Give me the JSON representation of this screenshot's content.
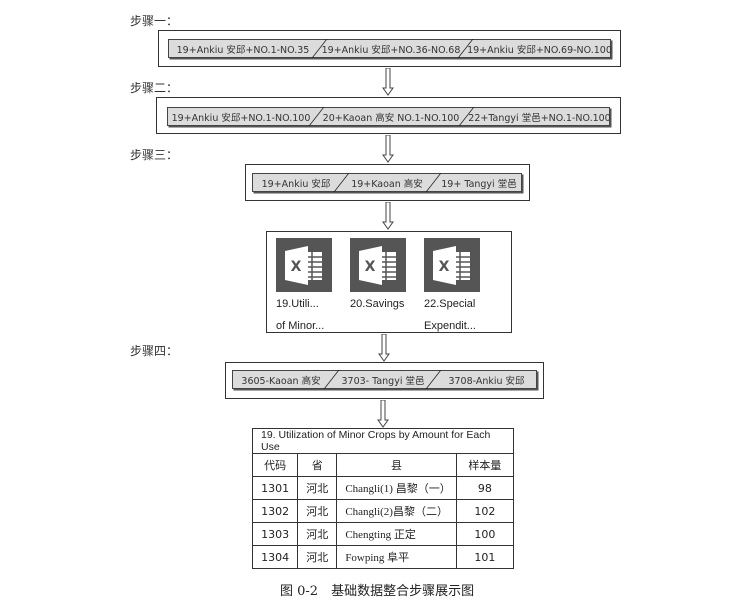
{
  "steps": [
    {
      "label": "步骤一：",
      "segments": [
        "19+Ankiu 安邱+NO.1-NO.35",
        "19+Ankiu 安邱+NO.36-NO.68",
        "19+Ankiu 安邱+NO.69-NO.100"
      ]
    },
    {
      "label": "步骤二：",
      "segments": [
        "19+Ankiu 安邱+NO.1-NO.100",
        "20+Kaoan 高安 NO.1-NO.100",
        "22+Tangyi 堂邑+NO.1-NO.100"
      ]
    },
    {
      "label": "步骤三：",
      "segments": [
        "19+Ankiu 安邱",
        "19+Kaoan 高安",
        "19+ Tangyi 堂邑"
      ]
    },
    {
      "label": "步骤四：",
      "segments": [
        "3605-Kaoan 高安",
        "3703- Tangyi 堂邑",
        "3708-Ankiu 安邱"
      ]
    }
  ],
  "files": [
    {
      "icon": "excel-file-icon",
      "line1": "19.Utili...",
      "line2": "of Minor..."
    },
    {
      "icon": "excel-file-icon",
      "line1": "20.Savings",
      "line2": ""
    },
    {
      "icon": "excel-file-icon",
      "line1": "22.Special",
      "line2": "Expendit..."
    }
  ],
  "table": {
    "title": "19. Utilization of Minor Crops by Amount for Each Use",
    "headers": [
      "代码",
      "省",
      "县",
      "样本量"
    ],
    "rows": [
      [
        "1301",
        "河北",
        "Changli(1) 昌黎（一）",
        "98"
      ],
      [
        "1302",
        "河北",
        "Changli(2)昌黎（二）",
        "102"
      ],
      [
        "1303",
        "河北",
        "Chengting 正定",
        "100"
      ],
      [
        "1304",
        "河北",
        "Fowping 阜平",
        "101"
      ]
    ]
  },
  "caption": "图 0-2　基础数据整合步骤展示图"
}
